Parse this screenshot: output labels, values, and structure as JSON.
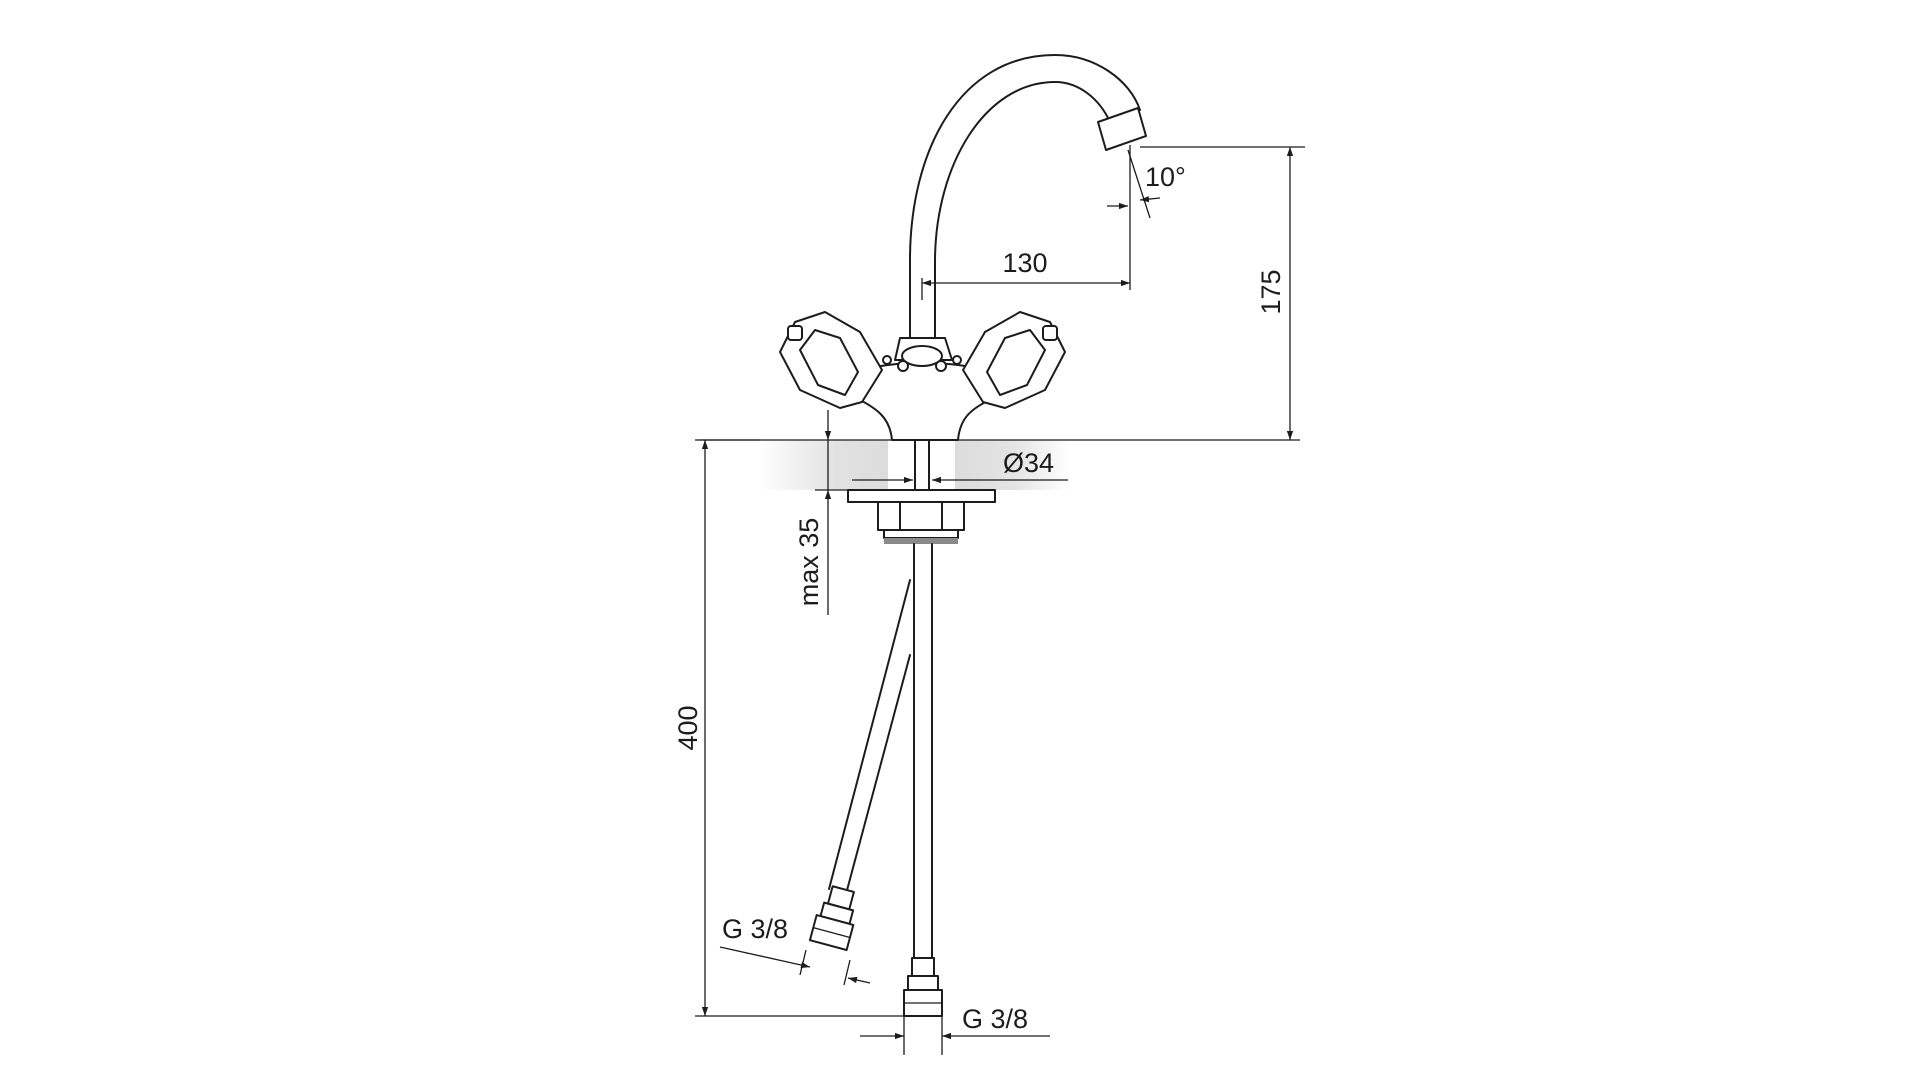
{
  "dimensions": {
    "spout_reach": "130",
    "spout_height": "175",
    "spout_angle": "10°",
    "hole_diameter": "Ø34",
    "max_thickness": "max 35",
    "hose_length": "400",
    "hose_thread_left": "G 3/8",
    "hose_thread_right": "G 3/8"
  },
  "colors": {
    "line": "#1c1c1c",
    "countertop_shade": "#e6e6e6",
    "hose_band": "#8a8a8a"
  }
}
